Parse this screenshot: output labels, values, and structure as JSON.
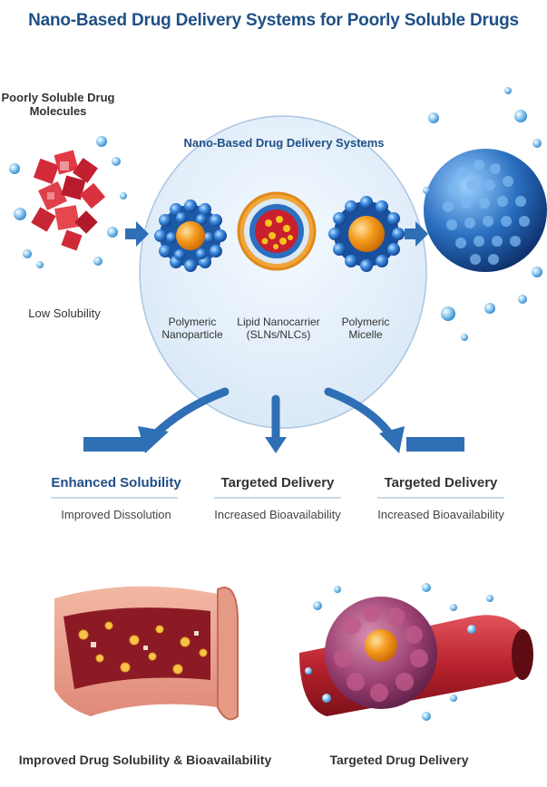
{
  "title": "Nano-Based Drug Delivery Systems for Poorly Soluble Drugs",
  "left": {
    "drug_label": "Poorly Soluble Drug\nMolecules",
    "solubility_label": "Low Solubility"
  },
  "center": {
    "oval_label": "Nano-Based Drug Delivery Systems",
    "carriers": [
      {
        "label": "Polymeric\nNanoparticle"
      },
      {
        "label": "Lipid Nanocarrier\n(SLNs/NLCs)"
      },
      {
        "label": "Polymeric\nMicelle"
      }
    ]
  },
  "outcomes": [
    {
      "heading": "Enhanced Solubility",
      "subtext": "Improved Dissolution",
      "heading_color": "#1f4f86"
    },
    {
      "heading": "Targeted Delivery",
      "subtext": "Increased Bioavailability",
      "heading_color": "#333333"
    },
    {
      "heading": "Targeted Delivery",
      "subtext": "Increased Bioavailability",
      "heading_color": "#333333"
    }
  ],
  "bottom": {
    "left_caption": "Improved Drug Solubility & Bioavailability",
    "right_caption": "Targeted Drug Delivery"
  },
  "colors": {
    "title": "#1f4f86",
    "arrow": "#2f6fb5",
    "nanoparticle": "#2a6fc0",
    "core": "#f39a1c",
    "drug_crystal": "#d32a3a",
    "vessel": "#c6313a"
  }
}
